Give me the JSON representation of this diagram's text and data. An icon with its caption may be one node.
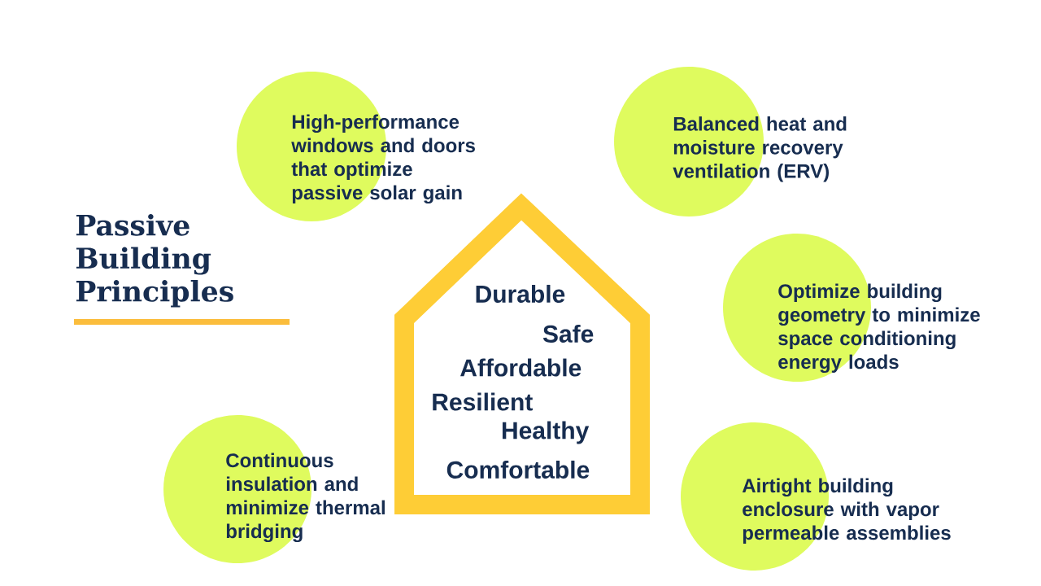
{
  "diagram": {
    "title": "Passive Building Principles",
    "nodes": [
      {
        "text": [
          "High-performance windows and doors that optimize passive solar gain"
        ]
      },
      {
        "text": [
          "Balanced heat and moisture recovery ventilation (ERV)"
        ]
      },
      {
        "text": [
          "Durable",
          "Safe",
          "Affordable",
          "Resilient",
          "Healthy",
          "Comfortable"
        ]
      },
      {
        "text": [
          "Optimize building geometry to minimize space conditioning energy loads"
        ]
      },
      {
        "text": [
          "Continuous insulation and minimize thermal bridging"
        ]
      },
      {
        "text": [
          "Airtight building enclosure with vapor permeable assemblies"
        ]
      }
    ]
  }
}
